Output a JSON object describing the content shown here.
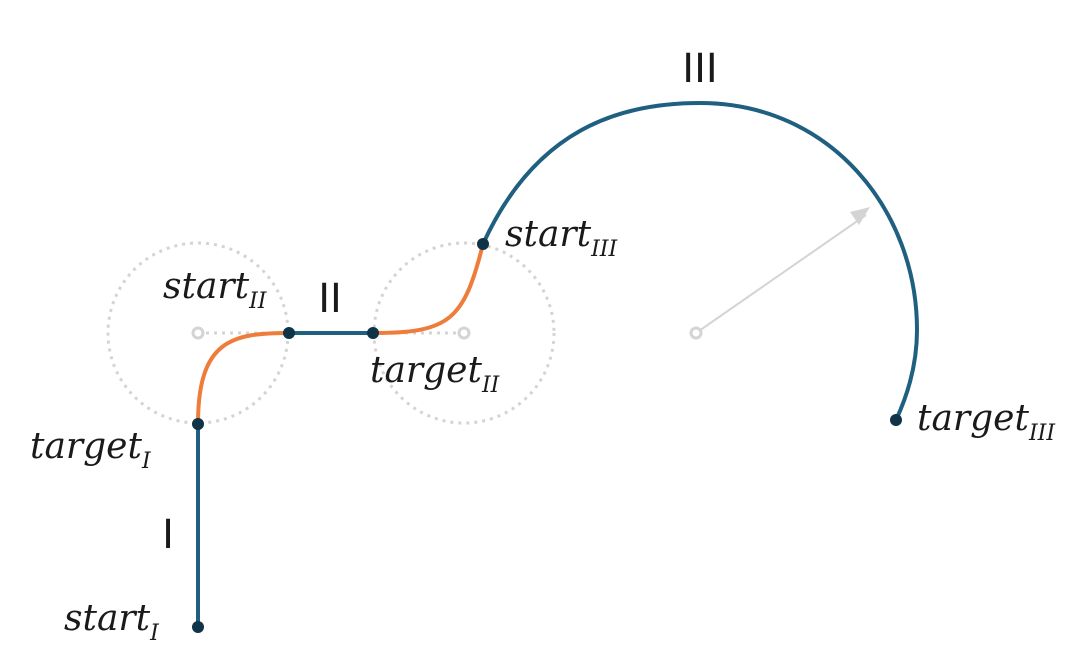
{
  "colors": {
    "straight": "#1f5f7f",
    "transition": "#ee7d3b",
    "point_fill": "#0f3347",
    "guide": "#d4d4d4",
    "background": "#ffffff"
  },
  "segment_labels": {
    "one": "I",
    "two": "II",
    "three": "III"
  },
  "points": {
    "start_1": {
      "base": "start",
      "sub": "I"
    },
    "target_1": {
      "base": "target",
      "sub": "I"
    },
    "start_2": {
      "base": "start",
      "sub": "II"
    },
    "target_2": {
      "base": "target",
      "sub": "II"
    },
    "start_3": {
      "base": "start",
      "sub": "III"
    },
    "target_3": {
      "base": "target",
      "sub": "III"
    }
  }
}
